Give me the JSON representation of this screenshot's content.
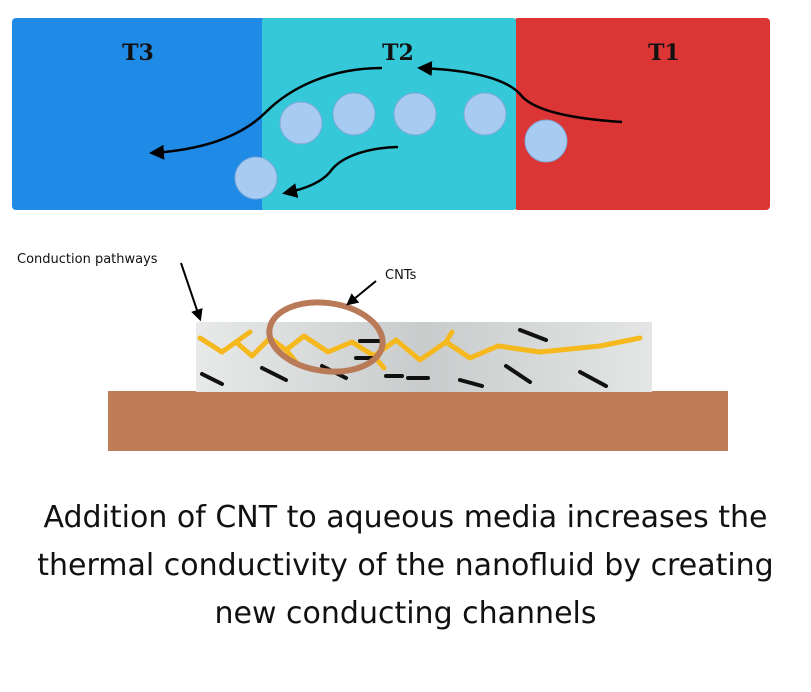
{
  "zones": [
    {
      "label": "T3",
      "color": "#1f8be6"
    },
    {
      "label": "T2",
      "color": "#35c8d8"
    },
    {
      "label": "T1",
      "color": "#db3535"
    }
  ],
  "particle_color": "#a8cbf2",
  "callouts": {
    "conduction_pathways": "Conduction pathways",
    "cnts": "CNTs"
  },
  "colors": {
    "substrate": "#be7c57",
    "fluid_layer": "#d9dcdc",
    "pathway": "#f5b81d",
    "cnt_ring": "#b97a57",
    "cnt_rod": "#111111"
  },
  "caption": {
    "line1": "Addition of CNT to aqueous media increases the",
    "line2": "thermal conductivity of the nanofluid by creating",
    "line3": "new conducting channels"
  }
}
